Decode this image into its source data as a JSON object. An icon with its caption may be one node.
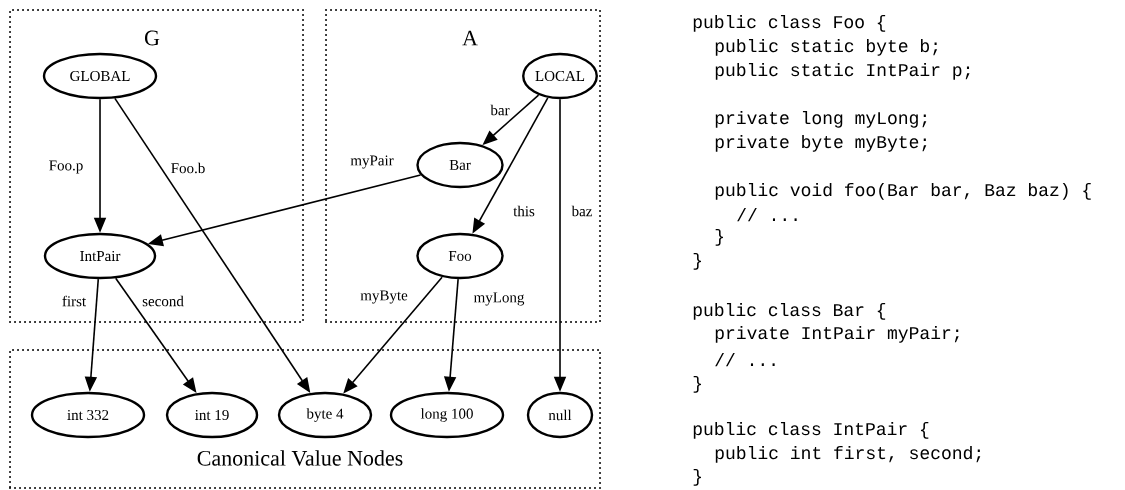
{
  "diagram": {
    "nodes": [
      {
        "text": [
          "G"
        ]
      },
      {
        "text": [
          "GLOBAL"
        ],
        "in": 0
      },
      {
        "text": [
          "IntPair"
        ],
        "in": 0
      },
      {
        "text": [
          "A"
        ]
      },
      {
        "text": [
          "LOCAL"
        ],
        "in": 3
      },
      {
        "text": [
          "Bar"
        ],
        "in": 3
      },
      {
        "text": [
          "Foo"
        ],
        "in": 3
      },
      {
        "text": [
          "Canonical Value Nodes"
        ]
      },
      {
        "text": [
          "int 332"
        ],
        "in": 7
      },
      {
        "text": [
          "int 19"
        ],
        "in": 7
      },
      {
        "text": [
          "byte 4"
        ],
        "in": 7
      },
      {
        "text": [
          "long 100"
        ],
        "in": 7
      },
      {
        "text": [
          "null"
        ],
        "in": 7
      }
    ],
    "edges": [
      {
        "from": 1,
        "to": 2,
        "arrow": "to",
        "label": "Foo.p"
      },
      {
        "from": 1,
        "to": 10,
        "arrow": "to",
        "label": "Foo.b"
      },
      {
        "from": 4,
        "to": 5,
        "arrow": "to",
        "label": "bar"
      },
      {
        "from": 5,
        "to": 2,
        "arrow": "to",
        "label": "myPair"
      },
      {
        "from": 4,
        "to": 6,
        "arrow": "to",
        "label": "this"
      },
      {
        "from": 4,
        "to": 12,
        "arrow": "to",
        "label": "baz"
      },
      {
        "from": 2,
        "to": 8,
        "arrow": "to",
        "label": "first"
      },
      {
        "from": 2,
        "to": 9,
        "arrow": "to",
        "label": "second"
      },
      {
        "from": 6,
        "to": 10,
        "arrow": "to",
        "label": "myByte"
      },
      {
        "from": 6,
        "to": 11,
        "arrow": "to",
        "label": "myLong"
      }
    ],
    "labels": [
      "public class Foo {",
      "public static byte b;",
      "public static IntPair p;",
      "private long myLong;",
      "private byte myByte;",
      "public void foo(Bar bar, Baz baz) {",
      "// ...",
      "}",
      "}",
      "public class Bar {",
      "private IntPair myPair;",
      "// ...",
      "}",
      "public class IntPair {",
      "public int first, second;",
      "}"
    ]
  }
}
